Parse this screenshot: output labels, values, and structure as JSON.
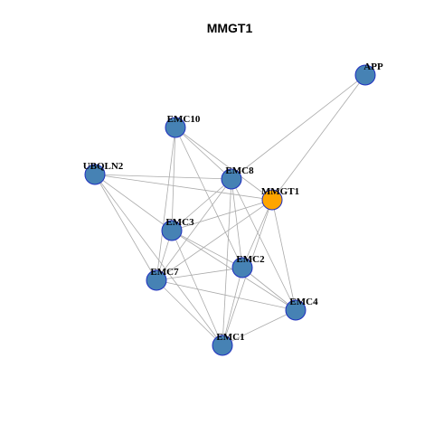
{
  "title": "MMGT1",
  "colors": {
    "background": "#ffffff",
    "edge": "#aaaaaa",
    "node_border": "#1f2fbf",
    "node_default": "#4682b4",
    "node_highlight": "#ffa500"
  },
  "nodes": [
    {
      "id": "APP",
      "label": "APP",
      "highlight": false
    },
    {
      "id": "EMC10",
      "label": "EMC10",
      "highlight": false
    },
    {
      "id": "UBQLN2",
      "label": "UBQLN2",
      "highlight": false
    },
    {
      "id": "EMC8",
      "label": "EMC8",
      "highlight": false
    },
    {
      "id": "MMGT1",
      "label": "MMGT1",
      "highlight": true
    },
    {
      "id": "EMC3",
      "label": "EMC3",
      "highlight": false
    },
    {
      "id": "EMC2",
      "label": "EMC2",
      "highlight": false
    },
    {
      "id": "EMC7",
      "label": "EMC7",
      "highlight": false
    },
    {
      "id": "EMC4",
      "label": "EMC4",
      "highlight": false
    },
    {
      "id": "EMC1",
      "label": "EMC1",
      "highlight": false
    }
  ],
  "edges": [
    [
      "APP",
      "EMC8"
    ],
    [
      "APP",
      "MMGT1"
    ],
    [
      "EMC10",
      "EMC8"
    ],
    [
      "EMC10",
      "MMGT1"
    ],
    [
      "EMC10",
      "EMC3"
    ],
    [
      "EMC10",
      "EMC7"
    ],
    [
      "EMC10",
      "EMC2"
    ],
    [
      "UBQLN2",
      "EMC8"
    ],
    [
      "UBQLN2",
      "MMGT1"
    ],
    [
      "UBQLN2",
      "EMC3"
    ],
    [
      "UBQLN2",
      "EMC7"
    ],
    [
      "UBQLN2",
      "EMC1"
    ],
    [
      "EMC8",
      "EMC3"
    ],
    [
      "EMC8",
      "EMC7"
    ],
    [
      "EMC8",
      "EMC2"
    ],
    [
      "EMC8",
      "EMC4"
    ],
    [
      "EMC8",
      "EMC1"
    ],
    [
      "MMGT1",
      "EMC3"
    ],
    [
      "MMGT1",
      "EMC7"
    ],
    [
      "MMGT1",
      "EMC2"
    ],
    [
      "MMGT1",
      "EMC4"
    ],
    [
      "MMGT1",
      "EMC1"
    ],
    [
      "EMC3",
      "EMC2"
    ],
    [
      "EMC3",
      "EMC7"
    ],
    [
      "EMC3",
      "EMC4"
    ],
    [
      "EMC3",
      "EMC1"
    ],
    [
      "EMC2",
      "EMC7"
    ],
    [
      "EMC2",
      "EMC4"
    ],
    [
      "EMC2",
      "EMC1"
    ],
    [
      "EMC7",
      "EMC4"
    ],
    [
      "EMC7",
      "EMC1"
    ],
    [
      "EMC4",
      "EMC1"
    ]
  ]
}
